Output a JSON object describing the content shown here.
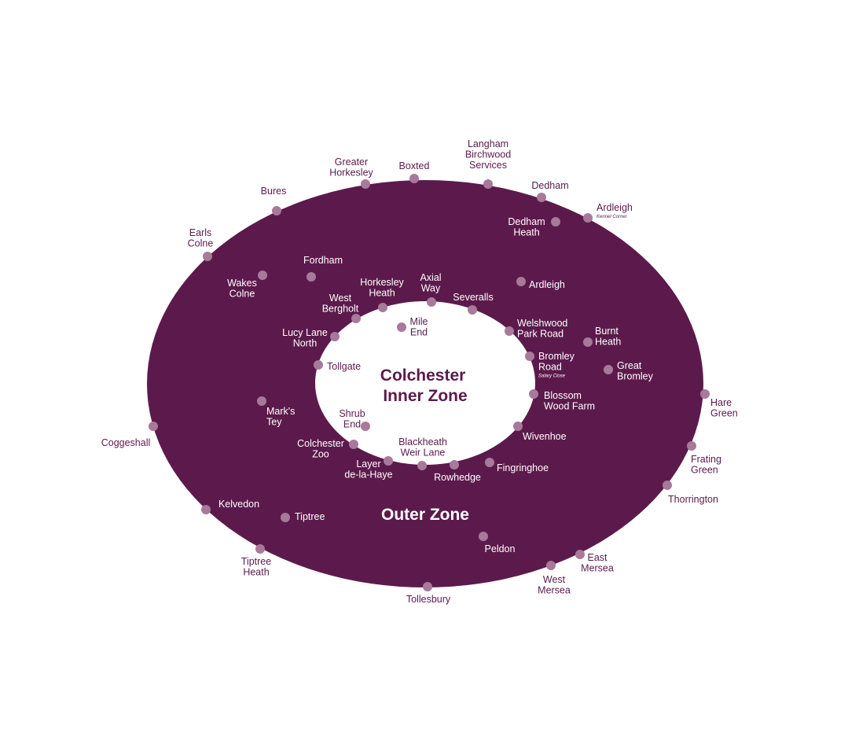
{
  "zones": {
    "inner": {
      "title_line1": "Colchester",
      "title_line2": "Inner Zone",
      "color": "#5c1a4c"
    },
    "outer": {
      "title": "Outer Zone",
      "color": "#5c1a4c"
    }
  },
  "colors": {
    "dot": "#a8799a",
    "background": "#ffffff"
  },
  "stops": [
    {
      "id": "langham",
      "lines": [
        "Langham",
        "Birchwood",
        "Services"
      ]
    },
    {
      "id": "greater-horkesley",
      "lines": [
        "Greater",
        "Horkesley"
      ]
    },
    {
      "id": "boxted",
      "lines": [
        "Boxted"
      ]
    },
    {
      "id": "bures",
      "lines": [
        "Bures"
      ]
    },
    {
      "id": "dedham",
      "lines": [
        "Dedham"
      ]
    },
    {
      "id": "ardleigh-kennel",
      "lines": [
        "Ardleigh"
      ],
      "sub": "Kennel Corner"
    },
    {
      "id": "dedham-heath",
      "lines": [
        "Dedham",
        "Heath"
      ]
    },
    {
      "id": "earls-colne",
      "lines": [
        "Earls",
        "Colne"
      ]
    },
    {
      "id": "fordham",
      "lines": [
        "Fordham"
      ]
    },
    {
      "id": "wakes-colne",
      "lines": [
        "Wakes",
        "Colne"
      ]
    },
    {
      "id": "horkesley-heath",
      "lines": [
        "Horkesley",
        "Heath"
      ]
    },
    {
      "id": "axial-way",
      "lines": [
        "Axial",
        "Way"
      ]
    },
    {
      "id": "ardleigh",
      "lines": [
        "Ardleigh"
      ]
    },
    {
      "id": "west-bergholt",
      "lines": [
        "West",
        "Bergholt"
      ]
    },
    {
      "id": "severalls",
      "lines": [
        "Severalls"
      ]
    },
    {
      "id": "mile-end",
      "lines": [
        "Mile",
        "End"
      ]
    },
    {
      "id": "welshwood",
      "lines": [
        "Welshwood",
        "Park Road"
      ]
    },
    {
      "id": "lucy-lane",
      "lines": [
        "Lucy Lane",
        "North"
      ]
    },
    {
      "id": "burnt-heath",
      "lines": [
        "Burnt",
        "Heath"
      ]
    },
    {
      "id": "bromley-road",
      "lines": [
        "Bromley",
        "Road"
      ],
      "sub": "Salary Close"
    },
    {
      "id": "tollgate",
      "lines": [
        "Tollgate"
      ]
    },
    {
      "id": "great-bromley",
      "lines": [
        "Great",
        "Bromley"
      ]
    },
    {
      "id": "blossom-wood",
      "lines": [
        "Blossom",
        "Wood Farm"
      ]
    },
    {
      "id": "hare-green",
      "lines": [
        "Hare",
        "Green"
      ]
    },
    {
      "id": "marks-tey",
      "lines": [
        "Mark's",
        "Tey"
      ]
    },
    {
      "id": "shrub-end",
      "lines": [
        "Shrub",
        "End"
      ]
    },
    {
      "id": "coggeshall",
      "lines": [
        "Coggeshall"
      ]
    },
    {
      "id": "wivenhoe",
      "lines": [
        "Wivenhoe"
      ]
    },
    {
      "id": "colchester-zoo",
      "lines": [
        "Colchester",
        "Zoo"
      ]
    },
    {
      "id": "blackheath",
      "lines": [
        "Blackheath",
        "Weir Lane"
      ]
    },
    {
      "id": "frating-green",
      "lines": [
        "Frating",
        "Green"
      ]
    },
    {
      "id": "layer",
      "lines": [
        "Layer",
        "de-la-Haye"
      ]
    },
    {
      "id": "fingringhoe",
      "lines": [
        "Fingringhoe"
      ]
    },
    {
      "id": "rowhedge",
      "lines": [
        "Rowhedge"
      ]
    },
    {
      "id": "thorrington",
      "lines": [
        "Thorrington"
      ]
    },
    {
      "id": "kelvedon",
      "lines": [
        "Kelvedon"
      ]
    },
    {
      "id": "tiptree",
      "lines": [
        "Tiptree"
      ]
    },
    {
      "id": "peldon",
      "lines": [
        "Peldon"
      ]
    },
    {
      "id": "tiptree-heath",
      "lines": [
        "Tiptree",
        "Heath"
      ]
    },
    {
      "id": "east-mersea",
      "lines": [
        "East",
        "Mersea"
      ]
    },
    {
      "id": "west-mersea",
      "lines": [
        "West",
        "Mersea"
      ]
    },
    {
      "id": "tollesbury",
      "lines": [
        "Tollesbury"
      ]
    }
  ]
}
